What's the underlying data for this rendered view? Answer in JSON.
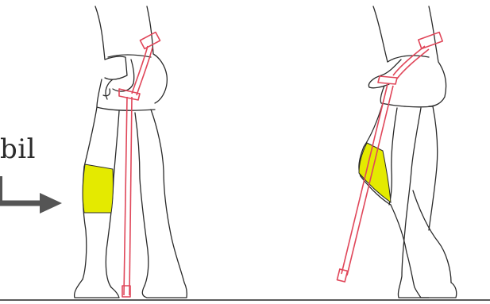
{
  "label_text": "bil",
  "colors": {
    "line": "#2a2a2a",
    "crutch": "#e0475a",
    "highlight": "#e4ea00",
    "arrow": "#555555",
    "floor": "#5a5a5a"
  },
  "icons": [
    "direction-arrow-icon",
    "left-forearm-crutch",
    "right-forearm-crutch"
  ]
}
